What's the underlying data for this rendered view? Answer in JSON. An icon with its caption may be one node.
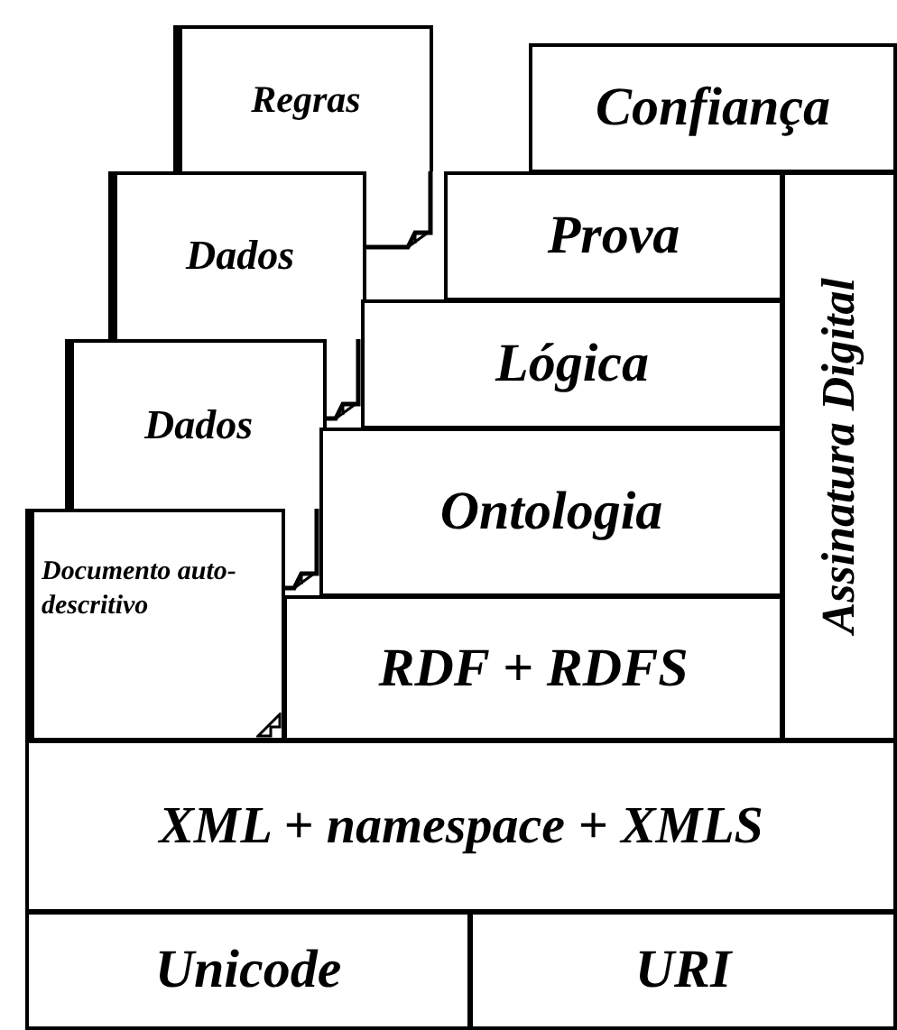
{
  "diagram": {
    "nodes": [
      {
        "text": [
          "Regras"
        ]
      },
      {
        "text": [
          "Confiança"
        ]
      },
      {
        "text": [
          "Dados"
        ]
      },
      {
        "text": [
          "Prova"
        ]
      },
      {
        "text": [
          "Assinatura Digital"
        ]
      },
      {
        "text": [
          "Dados"
        ]
      },
      {
        "text": [
          "Lógica"
        ]
      },
      {
        "text": [
          "Ontologia"
        ]
      },
      {
        "text": [
          "Documento auto-descritivo"
        ]
      },
      {
        "text": [
          "RDF + RDFS"
        ]
      },
      {
        "text": [
          "XML + namespace + XMLS"
        ]
      },
      {
        "text": [
          "Unicode"
        ]
      },
      {
        "text": [
          "URI"
        ]
      }
    ]
  }
}
